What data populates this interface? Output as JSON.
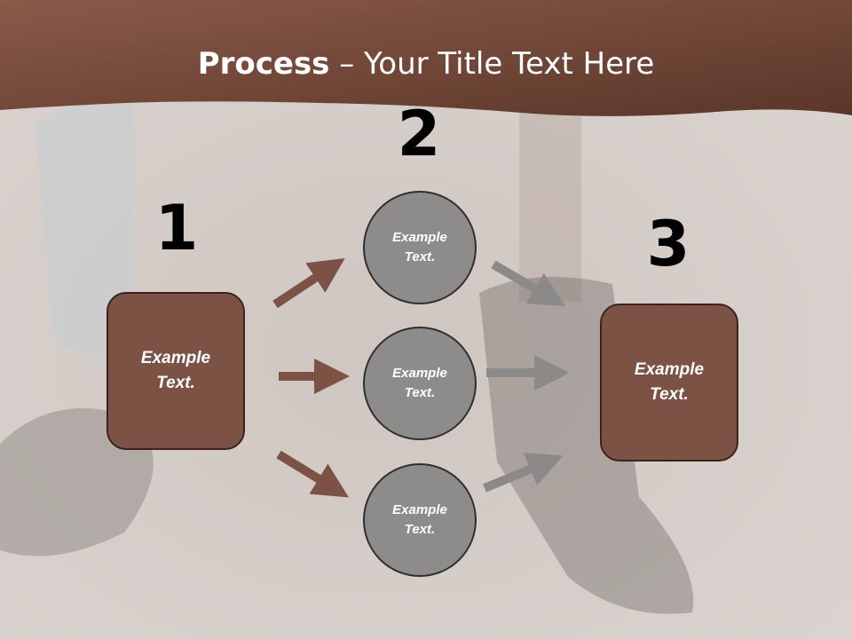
{
  "title": {
    "bold": "Process",
    "rest": " – Your Title Text Here"
  },
  "steps": [
    {
      "number": "1"
    },
    {
      "number": "2"
    },
    {
      "number": "3"
    }
  ],
  "nodes": {
    "left_box": "Example\nText.",
    "circle_top": "Example\nText.",
    "circle_middle": "Example\nText.",
    "circle_bottom": "Example\nText.",
    "right_box": "Example\nText."
  },
  "colors": {
    "header": "#7c5244",
    "box": "#7c5244",
    "circle": "#8e8c8b",
    "arrow_brown": "#7c5244",
    "arrow_gray": "#8c8a89"
  }
}
